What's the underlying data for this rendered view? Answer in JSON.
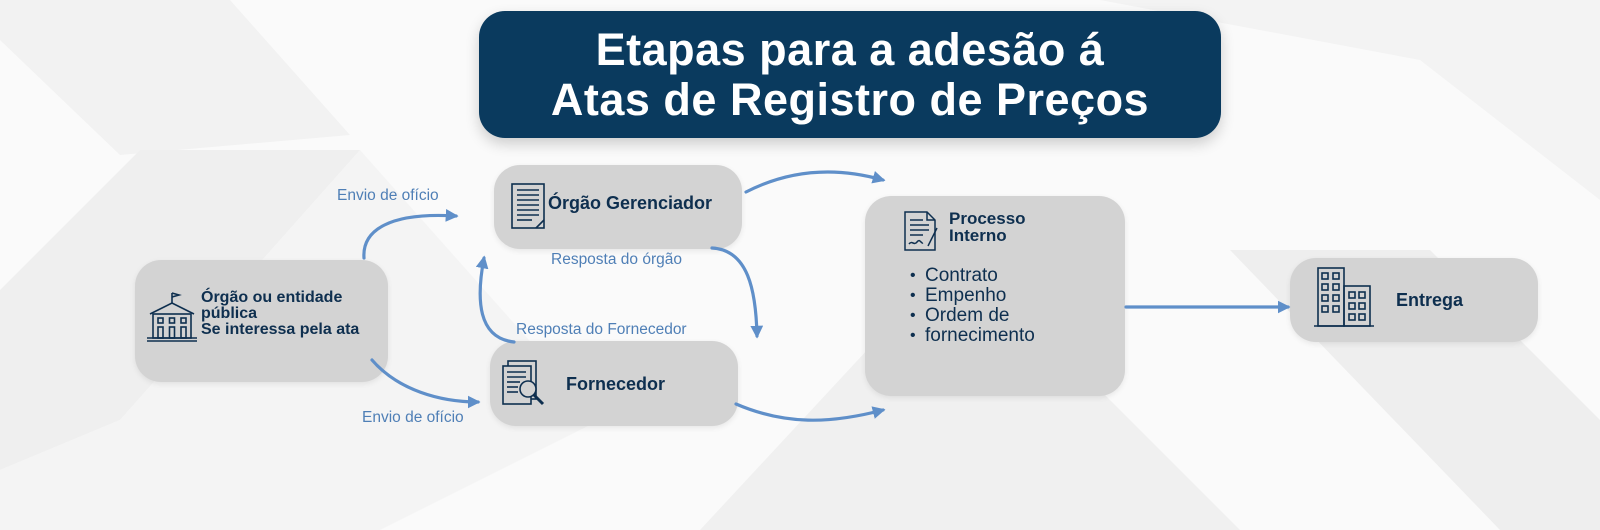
{
  "title": {
    "line1": "Etapas para a adesão á",
    "line2": "Atas de Registro de Preços"
  },
  "nodes": {
    "orgao_entidade": {
      "line1": "Órgão ou entidade",
      "line2": "pública",
      "line3": "Se interessa pela ata",
      "icon": "government-building-icon"
    },
    "orgao_gerenciador": {
      "label": "Órgão Gerenciador",
      "icon": "document-icon"
    },
    "fornecedor": {
      "label": "Fornecedor",
      "icon": "document-search-icon"
    },
    "processo_interno": {
      "line1": "Processo",
      "line2": "Interno",
      "icon": "signed-document-icon",
      "items": [
        "Contrato",
        "Empenho",
        "Ordem de",
        "fornecimento"
      ]
    },
    "entrega": {
      "label": "Entrega",
      "icon": "office-building-icon"
    }
  },
  "edges": {
    "envio_oficio_top": "Envio de ofício",
    "envio_oficio_bottom": "Envio de ofício",
    "resposta_orgao": "Resposta do órgão",
    "resposta_fornecedor": "Resposta do Fornecedor"
  },
  "colors": {
    "title_bg": "#0a3a5e",
    "node_bg": "#d3d3d3",
    "node_text": "#0e2f4f",
    "arrow": "#5f8fc9",
    "edge_label": "#4f7fb6"
  }
}
